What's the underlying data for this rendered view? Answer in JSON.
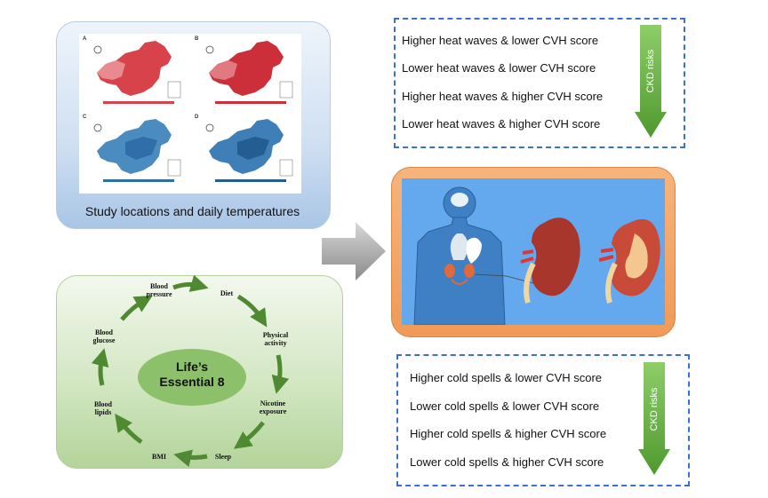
{
  "map_panel": {
    "caption": "Study locations and daily temperatures",
    "subfigures": [
      "A",
      "B",
      "C",
      "D"
    ],
    "colors": {
      "heat": "#d8424a",
      "cold": "#2f6ea8",
      "panel": "#c5d9f1"
    }
  },
  "life_essential_8": {
    "title_line1": "Life’s",
    "title_line2": "Essential 8",
    "labels": {
      "blood_pressure": "Blood pressure",
      "diet": "Diet",
      "physical_activity": "Physical activity",
      "nicotine_exposure": "Nicotine exposure",
      "sleep": "Sleep",
      "bmi": "BMI",
      "blood_lipids": "Blood lipids",
      "blood_glucose": "Blood glucose"
    },
    "colors": {
      "arrow": "#4f8a33",
      "center": "#8cc06a"
    }
  },
  "heat_waves": {
    "items": [
      "Higher heat waves & lower CVH score",
      "Lower heat waves & lower CVH score",
      "Higher heat waves & higher CVH score",
      "Lower heat waves & higher CVH score"
    ],
    "arrow_label": "CKD risks"
  },
  "cold_spells": {
    "items": [
      "Higher cold spells & lower CVH score",
      "Lower cold spells & lower CVH score",
      "Higher cold spells & higher CVH score",
      "Lower cold spells & higher CVH score"
    ],
    "arrow_label": "CKD risks"
  },
  "colors": {
    "dash_border": "#3c6fd6",
    "ckd_arrow": "#6ab04c",
    "kidney_frame": "#f0a060",
    "kidney_bg": "#64a9ee"
  }
}
